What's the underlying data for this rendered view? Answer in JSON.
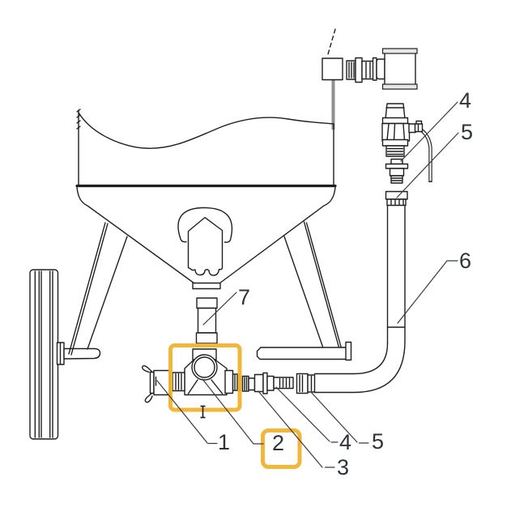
{
  "diagram": {
    "background": "#ffffff",
    "line_color": "#1f1f1f",
    "label_color": "#2d3338",
    "highlight_color": "#f0b32e",
    "callouts": {
      "n1": "1",
      "n2": "2",
      "n3": "3",
      "n4_lower": "4",
      "n5_lower": "5",
      "n4_upper": "4",
      "n5_upper": "5",
      "n6": "6",
      "n7": "7"
    }
  }
}
